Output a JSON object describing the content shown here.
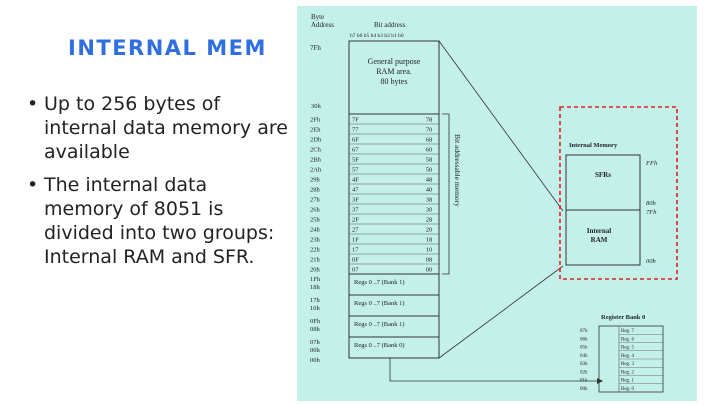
{
  "slide": {
    "title": "INTERNAL MEM",
    "bullets": [
      "Up to 256 bytes of internal data memory are available",
      "The internal data memory of 8051 is divided into two groups: Internal RAM and SFR."
    ]
  },
  "diagram": {
    "byte_address_header": [
      "Byte",
      "Address"
    ],
    "bit_address_header": "Bit address",
    "bit_header_bits": "b7 b6 b5 b4 b3 b2 b1 b0",
    "top_address": "7Fh",
    "general_purpose": [
      "General purpose",
      "RAM area.",
      "80 bytes"
    ],
    "gp_bottom_address": "30h",
    "bit_rows": [
      {
        "addr": "2Fh",
        "lo": "7F",
        "hi": "78"
      },
      {
        "addr": "2Eh",
        "lo": "77",
        "hi": "70"
      },
      {
        "addr": "2Dh",
        "lo": "6F",
        "hi": "68"
      },
      {
        "addr": "2Ch",
        "lo": "67",
        "hi": "60"
      },
      {
        "addr": "2Bh",
        "lo": "5F",
        "hi": "58"
      },
      {
        "addr": "2Ah",
        "lo": "57",
        "hi": "50"
      },
      {
        "addr": "29h",
        "lo": "4F",
        "hi": "48"
      },
      {
        "addr": "28h",
        "lo": "47",
        "hi": "40"
      },
      {
        "addr": "27h",
        "lo": "3F",
        "hi": "38"
      },
      {
        "addr": "26h",
        "lo": "37",
        "hi": "30"
      },
      {
        "addr": "25h",
        "lo": "2F",
        "hi": "28"
      },
      {
        "addr": "24h",
        "lo": "27",
        "hi": "20"
      },
      {
        "addr": "23h",
        "lo": "1F",
        "hi": "18"
      },
      {
        "addr": "22h",
        "lo": "17",
        "hi": "10"
      },
      {
        "addr": "21h",
        "lo": "0F",
        "hi": "08"
      },
      {
        "addr": "20h",
        "lo": "07",
        "hi": "00"
      }
    ],
    "bit_area_side_label": "Bit addressable memory",
    "bank_rows": [
      {
        "addrs": [
          "1Fh",
          "18h"
        ],
        "label": "Regs 0 ..7 (Bank 1)"
      },
      {
        "addrs": [
          "17h",
          "10h"
        ],
        "label": "Regs 0 ..7 (Bank 1)"
      },
      {
        "addrs": [
          "0Fh",
          "08h"
        ],
        "label": "Regs 0 ..7 (Bank 1)"
      },
      {
        "addrs": [
          "07h",
          "00h"
        ],
        "label": "Regs 0 ..7 (Bank 0)"
      }
    ],
    "internal_memory": {
      "title": "Internal Memory",
      "sfr_label": "SFRs",
      "ram_label": [
        "Internal",
        "RAM"
      ],
      "addr_ff": "FFh",
      "addr_80": "80h",
      "addr_7f": "7Fh",
      "addr_00": "00h",
      "highlight_color": "#e02020"
    },
    "register_bank": {
      "title": "Register Bank 0",
      "rows": [
        {
          "addr": "07h",
          "reg": "Reg. 7"
        },
        {
          "addr": "06h",
          "reg": "Reg. 6"
        },
        {
          "addr": "05h",
          "reg": "Reg. 5"
        },
        {
          "addr": "04h",
          "reg": "Reg. 4"
        },
        {
          "addr": "03h",
          "reg": "Reg. 3"
        },
        {
          "addr": "02h",
          "reg": "Reg. 2"
        },
        {
          "addr": "01h",
          "reg": "Reg. 1"
        },
        {
          "addr": "00h",
          "reg": "Reg. 0"
        }
      ]
    }
  }
}
